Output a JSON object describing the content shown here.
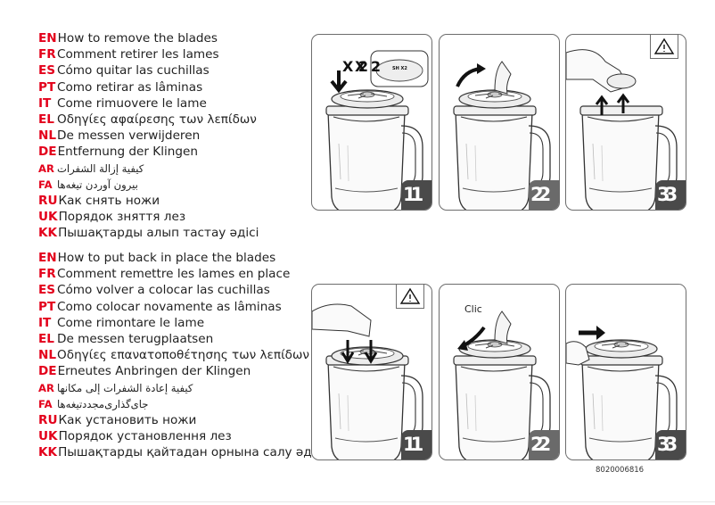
{
  "section_remove": [
    {
      "code": "EN",
      "text": "How to remove the blades",
      "rtl": false
    },
    {
      "code": "FR",
      "text": "Comment retirer les lames",
      "rtl": false
    },
    {
      "code": "ES",
      "text": "Cómo quitar las cuchillas",
      "rtl": false
    },
    {
      "code": "PT",
      "text": "Como retirar as lâminas",
      "rtl": false
    },
    {
      "code": "IT",
      "text": "Come rimuovere le lame",
      "rtl": false
    },
    {
      "code": "EL",
      "text": "Οδηγίες αφαίρεσης των λεπίδων",
      "rtl": false
    },
    {
      "code": "NL",
      "text": "De messen verwijderen",
      "rtl": false
    },
    {
      "code": "DE",
      "text": "Entfernung der Klingen",
      "rtl": false
    },
    {
      "code": "AR",
      "text": "كيفية إزالة الشفرات",
      "rtl": true
    },
    {
      "code": "FA",
      "text": "بیرون آوردن تیغه‌ها",
      "rtl": true
    },
    {
      "code": "RU",
      "text": "Как снять ножи",
      "rtl": false
    },
    {
      "code": "UK",
      "text": "Порядок зняття лез",
      "rtl": false
    },
    {
      "code": "KK",
      "text": "Пышақтарды алып тастау әдісі",
      "rtl": false
    }
  ],
  "section_replace": [
    {
      "code": "EN",
      "text": "How to put back in place the blades",
      "rtl": false
    },
    {
      "code": "FR",
      "text": "Comment remettre les lames en place",
      "rtl": false
    },
    {
      "code": "ES",
      "text": "Cómo volver a colocar las cuchillas",
      "rtl": false
    },
    {
      "code": "PT",
      "text": "Como colocar novamente as lâminas",
      "rtl": false
    },
    {
      "code": "IT",
      "text": "Come rimontare le lame",
      "rtl": false
    },
    {
      "code": "EL",
      "text": "De messen terugplaatsen",
      "rtl": false
    },
    {
      "code": "NL",
      "text": "Οδηγίες επανατοποθέτησης των λεπίδων",
      "rtl": false
    },
    {
      "code": "DE",
      "text": "Erneutes Anbringen der Klingen",
      "rtl": false
    },
    {
      "code": "AR",
      "text": "كيفية إعادة الشفرات إلى مكانها",
      "rtl": true
    },
    {
      "code": "FA",
      "text": "جای‌گذاری‌مجدد‌تیغه‌ها",
      "rtl": true
    },
    {
      "code": "RU",
      "text": "Как установить ножи",
      "rtl": false
    },
    {
      "code": "UK",
      "text": "Порядок установлення лез",
      "rtl": false
    },
    {
      "code": "KK",
      "text": "Пышақтарды қайтадан орнына салу әдісі",
      "rtl": false
    }
  ],
  "steps": {
    "s1": "11",
    "s2": "22",
    "s3": "33"
  },
  "callouts": {
    "x2": "X 2",
    "clic": "Clic",
    "shx2": "SH X2"
  },
  "warning_icon": "warning-triangle-icon",
  "reference_number": "8020006816",
  "colors": {
    "language_code": "#e3001b",
    "step_badge": "#4a4a4a",
    "frame": "#6d6d6d"
  }
}
